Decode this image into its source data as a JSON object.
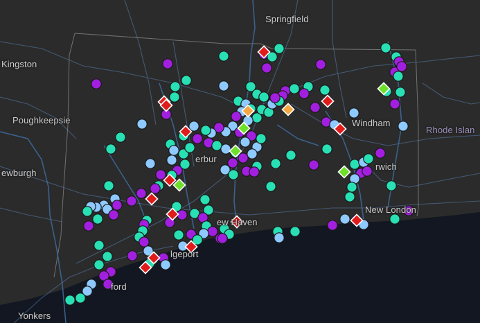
{
  "map": {
    "place_labels": [
      {
        "key": "springfield",
        "text": "Springfield"
      },
      {
        "key": "kingston",
        "text": "Kingston"
      },
      {
        "key": "poughkeepsie",
        "text": "Poughkeepsie"
      },
      {
        "key": "newburgh",
        "text": "ewburgh"
      },
      {
        "key": "windham",
        "text": "Windham"
      },
      {
        "key": "rhode-island",
        "text": "Rhode Islan"
      },
      {
        "key": "norwich",
        "text": "rwich"
      },
      {
        "key": "waterbury",
        "text": "erbur"
      },
      {
        "key": "new-london",
        "text": "New London"
      },
      {
        "key": "new-haven",
        "text": "ew Haven"
      },
      {
        "key": "bridgeport",
        "text": "lgeport"
      },
      {
        "key": "stamford",
        "text": "ford"
      },
      {
        "key": "yonkers",
        "text": "Yonkers"
      }
    ],
    "colors": {
      "land": "#2b2b2b",
      "water": "#121722",
      "rivers": "#3d6b9e",
      "roads": "#5a7fb0",
      "borders": "#8a8a8a",
      "marker_purple": "#a31fe0",
      "marker_teal": "#28e0b4",
      "marker_lightblue": "#8ec9ff",
      "marker_red": "#e01b1b",
      "marker_orange": "#f5a742",
      "marker_green": "#6fe02a",
      "marker_outline": "#ffffff"
    },
    "marker_types": [
      "purple-circle",
      "teal-circle",
      "lightblue-circle",
      "red-diamond",
      "orange-diamond",
      "green-diamond"
    ]
  }
}
